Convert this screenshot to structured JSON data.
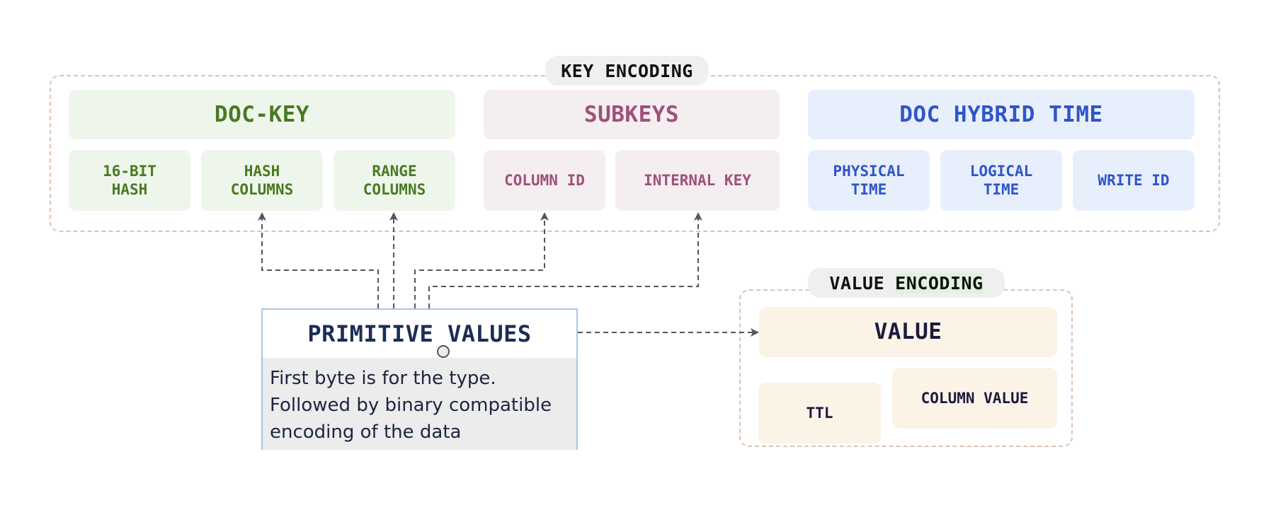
{
  "key_encoding": {
    "title": "KEY ENCODING",
    "doc_key": {
      "label": "DOC-KEY",
      "parts": [
        "16-BIT\nHASH",
        "HASH\nCOLUMNS",
        "RANGE\nCOLUMNS"
      ]
    },
    "subkeys": {
      "label": "SUBKEYS",
      "parts": [
        "COLUMN ID",
        "INTERNAL KEY"
      ]
    },
    "doc_hybrid_time": {
      "label": "DOC HYBRID TIME",
      "parts": [
        "PHYSICAL\nTIME",
        "LOGICAL\nTIME",
        "WRITE ID"
      ]
    }
  },
  "primitive_values": {
    "title": "PRIMITIVE VALUES",
    "description": "First byte is for the type. Followed by binary compatible encoding of the data"
  },
  "value_encoding": {
    "title_part1": "VALUE",
    "title_part2": "ENCODING",
    "value": {
      "label": "VALUE",
      "parts": [
        "TTL",
        "COLUMN VALUE"
      ]
    }
  },
  "colors": {
    "doc_key": "#4a7a20",
    "subkeys": "#a05077",
    "doc_hybrid_time": "#2f55c8",
    "value": "#1c1a3e",
    "frame": "#dcc3b2",
    "connector": "#555555"
  }
}
